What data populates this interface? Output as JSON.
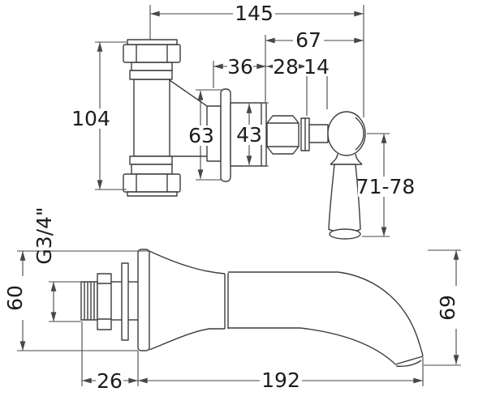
{
  "drawing": {
    "colors": {
      "line": "#3d3d3d",
      "dimension_line": "#474747",
      "text": "#1c1c1c",
      "background": "#ffffff"
    },
    "valve_view": {
      "overall_width": "145",
      "handle_clearance": "67",
      "concealed_depth": "36",
      "trim_depth": "28",
      "stem_depth": "14",
      "tee_height": "104",
      "escutcheon_diameter": "63",
      "trim_diameter": "43",
      "lever_length": "71-78"
    },
    "spout_view": {
      "thread_label": "G3/4\"",
      "flange_height": "60",
      "tail_depth": "26",
      "reach": "192",
      "drop": "69"
    }
  }
}
